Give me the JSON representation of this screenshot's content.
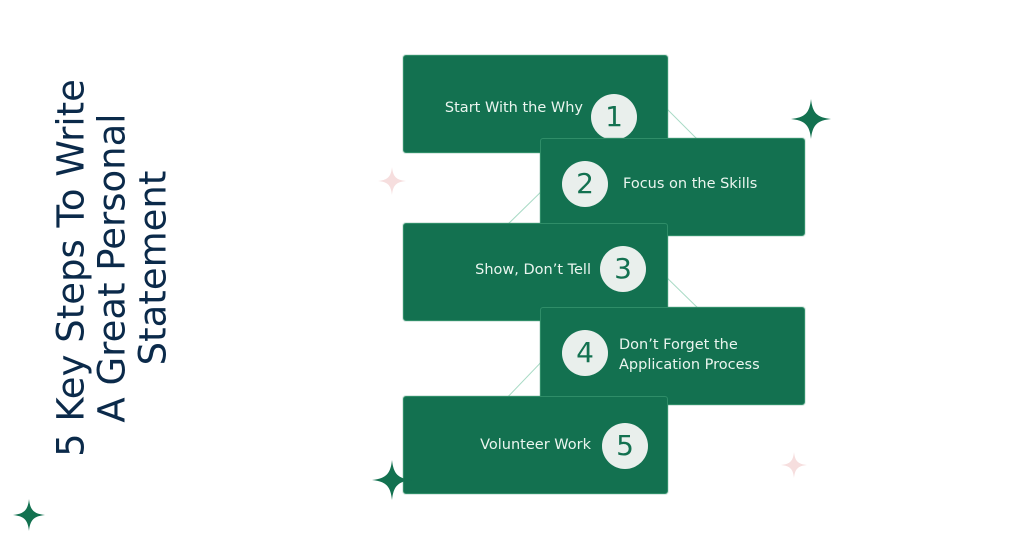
{
  "title": {
    "line1": "5 Key Steps To Write",
    "line2": "A Great Personal",
    "line3": "Statement"
  },
  "steps": [
    {
      "number": "1",
      "label": "Start With the Why"
    },
    {
      "number": "2",
      "label": "Focus on the Skills"
    },
    {
      "number": "3",
      "label": "Show, Don’t Tell"
    },
    {
      "number": "4",
      "label": "Don’t Forget the\nApplication Process"
    },
    {
      "number": "5",
      "label": "Volunteer Work"
    }
  ],
  "colors": {
    "box": "#137150",
    "badge": "#e9efec",
    "title": "#0b2a4a",
    "sparkle": "#137150",
    "faint_sparkle": "#f6dede"
  },
  "icons": [
    "sparkle-icon"
  ]
}
